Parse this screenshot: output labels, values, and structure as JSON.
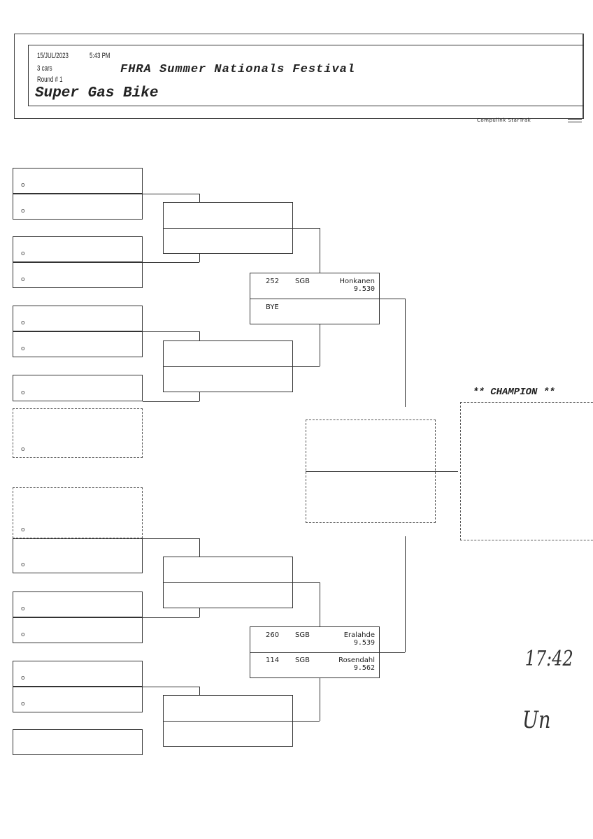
{
  "header": {
    "date": "15/JUL/2023",
    "time": "5:43 PM",
    "car_count": "3 cars",
    "round": "Round # 1",
    "event_title": "FHRA Summer Nationals Festival",
    "class_name": "Super Gas Bike",
    "footer_brand": "Compulink  StarTrak"
  },
  "first_round_marker": "o",
  "round3": [
    {
      "top": {
        "number": "252",
        "class": "SGB",
        "name": "Honkanen",
        "et": "9.530"
      },
      "bottom": {
        "label": "BYE"
      }
    },
    {
      "top": {
        "number": "260",
        "class": "SGB",
        "name": "Eralahde",
        "et": "9.539"
      },
      "bottom": {
        "number": "114",
        "class": "SGB",
        "name": "Rosendahl",
        "et": "9.562"
      }
    }
  ],
  "champion_label": "** CHAMPION **",
  "handwritten_note": "17:42",
  "signature": "Un"
}
